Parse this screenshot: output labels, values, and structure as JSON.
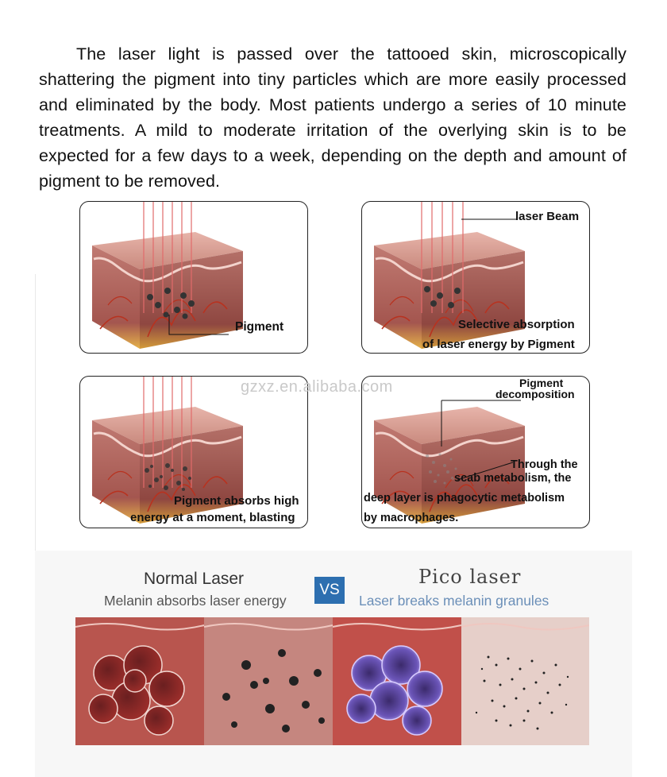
{
  "intro": {
    "text": "The laser light is passed over the tattooed skin, microscopically shattering the pigment into tiny particles which are more easily processed and eliminated by the body. Most patients undergo a series of 10 minute treatments. A mild to moderate irritation of the overlying skin is to be expected for a few days to a week, depending on the depth and amount of pigment to be removed."
  },
  "panels": {
    "p1": {
      "label": "Pigment"
    },
    "p2": {
      "label_beam": "laser Beam",
      "label_1": "Selective absorption",
      "label_2": "of laser energy by Pigment"
    },
    "p3": {
      "label_1": "Pigment absorbs high",
      "label_2": "energy at a moment, blasting"
    },
    "p4": {
      "label_top_1": "Pigment",
      "label_top_2": "decomposition",
      "label_1": "Through the",
      "label_2": "scab metabolism, the",
      "label_3": "deep layer is phagocytic metabolism",
      "label_4": "by  macrophages."
    }
  },
  "watermark": "gzxz.en.alibaba.com",
  "comparison": {
    "left_title": "Normal Laser",
    "left_sub": "Melanin absorbs laser energy",
    "vs": "VS",
    "right_title": "Pico  laser",
    "right_sub": "Laser breaks melanin granules"
  },
  "colors": {
    "vs_badge": "#2d6fb0",
    "pico_sub": "#6b8fb8",
    "skin": "#c98a7e",
    "vessel": "#b8321f"
  }
}
